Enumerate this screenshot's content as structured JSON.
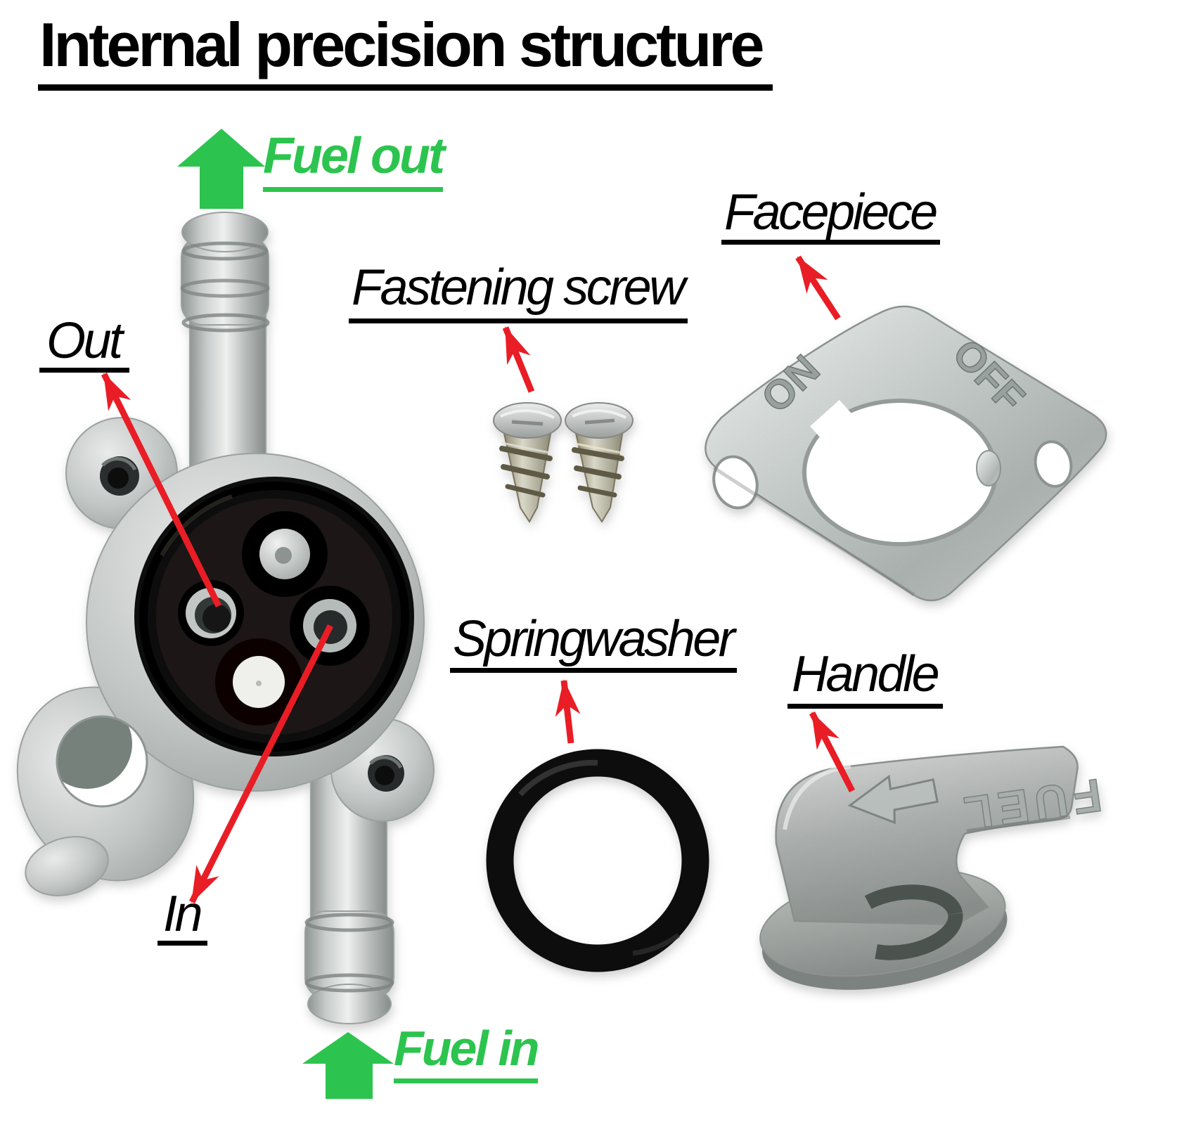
{
  "title": "Internal precision structure",
  "part_labels": {
    "out": "Out",
    "in": "In",
    "fastening_screw": "Fastening screw",
    "facepiece": "Facepiece",
    "springwasher": "Springwasher",
    "handle": "Handle"
  },
  "flow_labels": {
    "fuel_out": "Fuel out",
    "fuel_in": "Fuel in"
  },
  "stamped_text": {
    "facepiece_on": "ON",
    "facepiece_off": "OFF",
    "handle_fuel": "FUEL"
  },
  "colors": {
    "pointer_red": "#e91d25",
    "flow_green": "#2cc44e",
    "label_black": "#000000"
  },
  "icons": {
    "fuel_out_arrow": "up-arrow-icon",
    "fuel_in_arrow": "up-arrow-icon",
    "pointer_arrows": "pointer-arrow-icon"
  }
}
